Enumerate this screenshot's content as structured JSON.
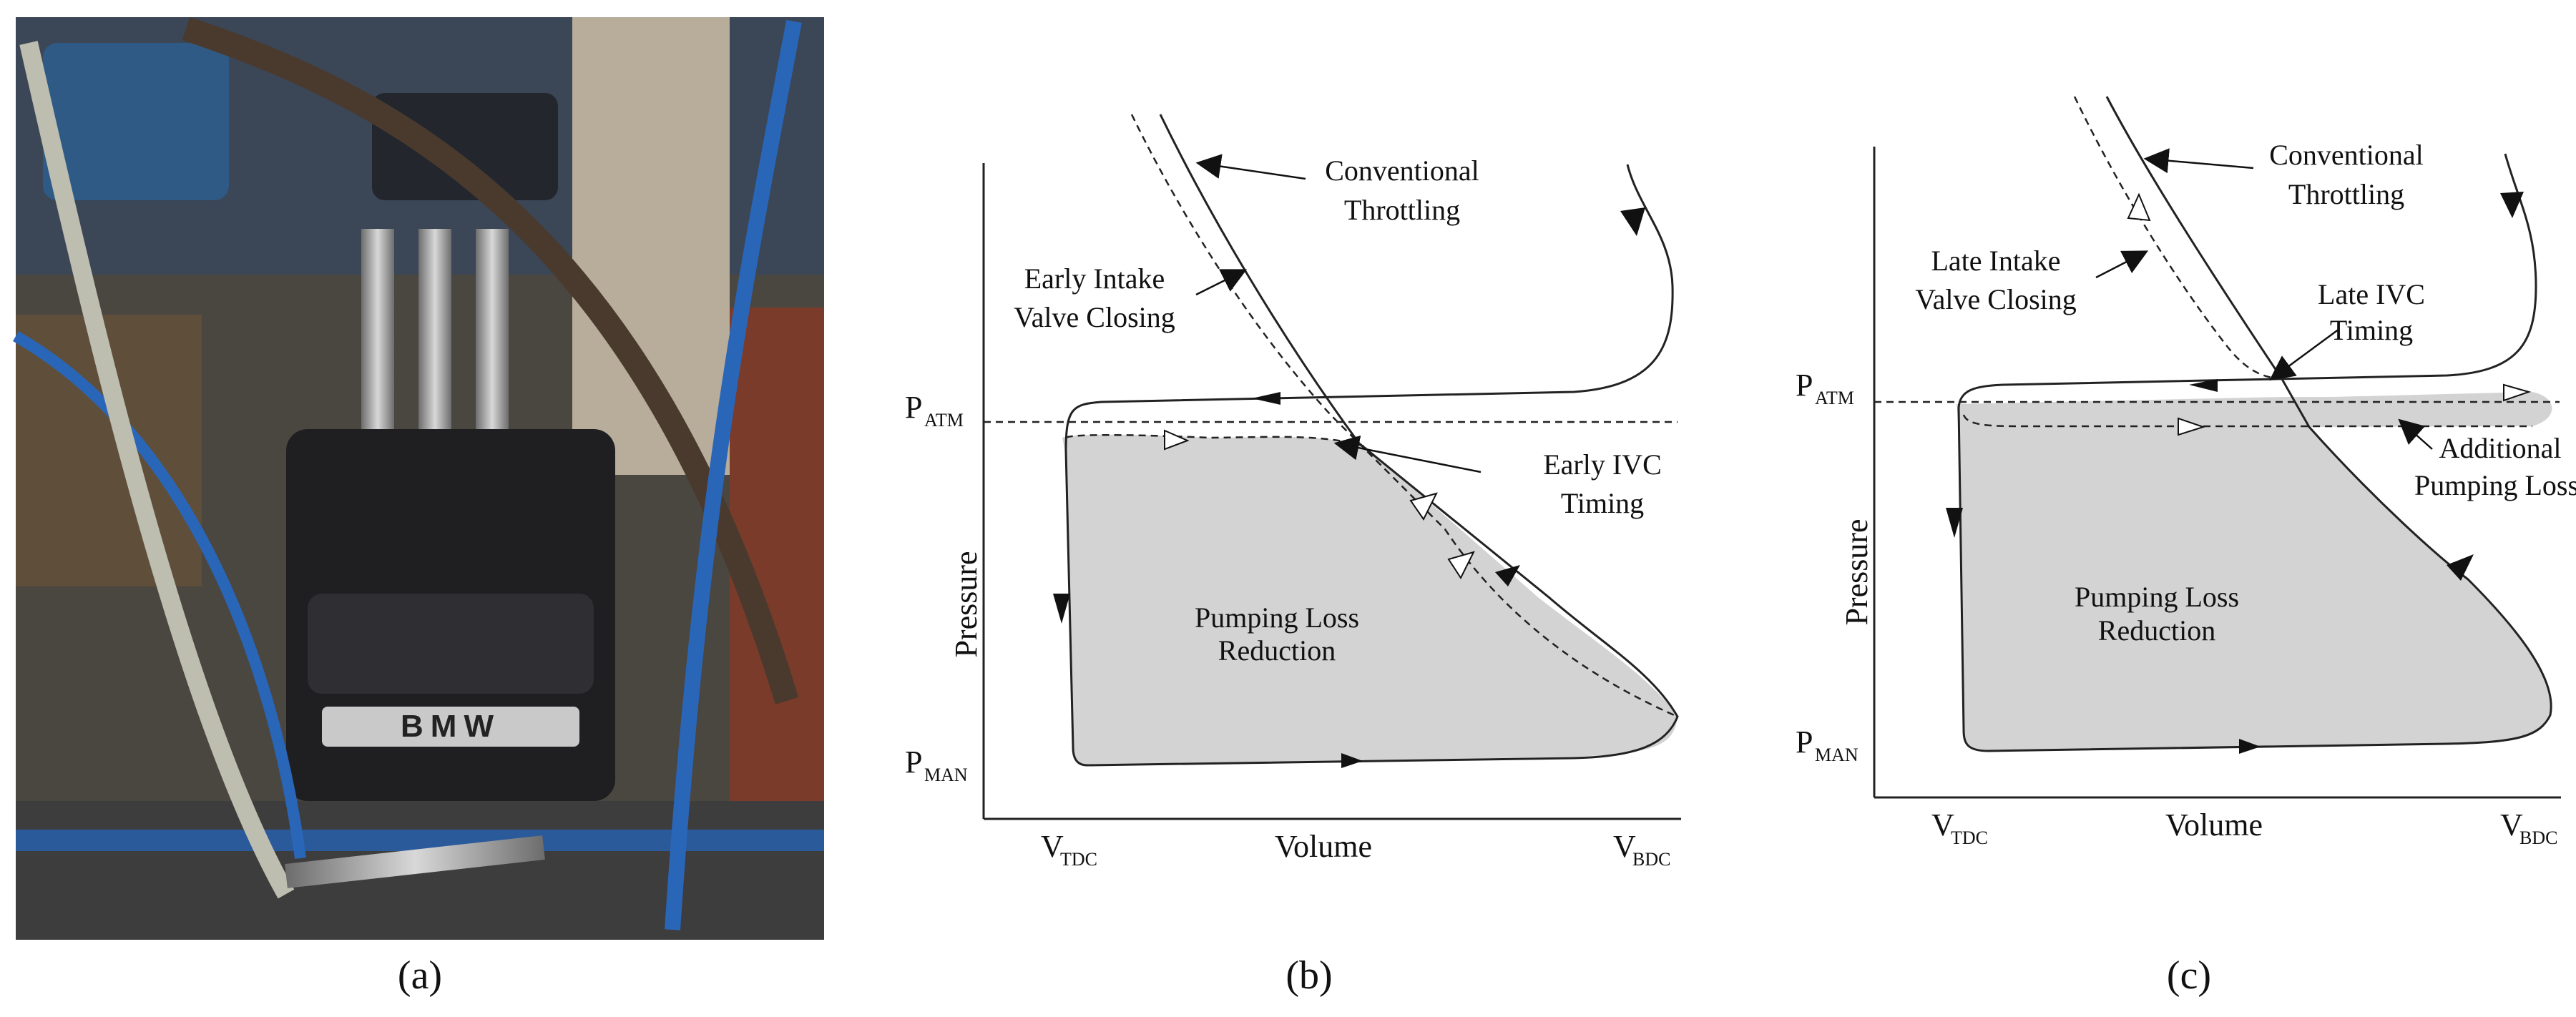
{
  "panels": {
    "a": {
      "label": "(a)",
      "photo_text": "BMW"
    },
    "b": {
      "label": "(b)",
      "y_axis": "Pressure",
      "x_axis": "Volume",
      "p_atm": {
        "main": "P",
        "sub": "ATM"
      },
      "p_man": {
        "main": "P",
        "sub": "MAN"
      },
      "v_tdc": {
        "main": "V",
        "sub": "TDC"
      },
      "v_bdc": {
        "main": "V",
        "sub": "BDC"
      },
      "conv_line1": "Conventional",
      "conv_line2": "Throttling",
      "intake_line1": "Early Intake",
      "intake_line2": "Valve Closing",
      "ivc_line1": "Early IVC",
      "ivc_line2": "Timing",
      "area_line1": "Pumping Loss",
      "area_line2": "Reduction"
    },
    "c": {
      "label": "(c)",
      "y_axis": "Pressure",
      "x_axis": "Volume",
      "p_atm": {
        "main": "P",
        "sub": "ATM"
      },
      "p_man": {
        "main": "P",
        "sub": "MAN"
      },
      "v_tdc": {
        "main": "V",
        "sub": "TDC"
      },
      "v_bdc": {
        "main": "V",
        "sub": "BDC"
      },
      "conv_line1": "Conventional",
      "conv_line2": "Throttling",
      "intake_line1": "Late Intake",
      "intake_line2": "Valve Closing",
      "ivc_line1": "Late IVC",
      "ivc_line2": "Timing",
      "extra_line1": "Additional",
      "extra_line2": "Pumping Loss",
      "area_line1": "Pumping Loss",
      "area_line2": "Reduction"
    }
  },
  "colors": {
    "area_fill": "#d3d3d3",
    "line": "#222222"
  }
}
